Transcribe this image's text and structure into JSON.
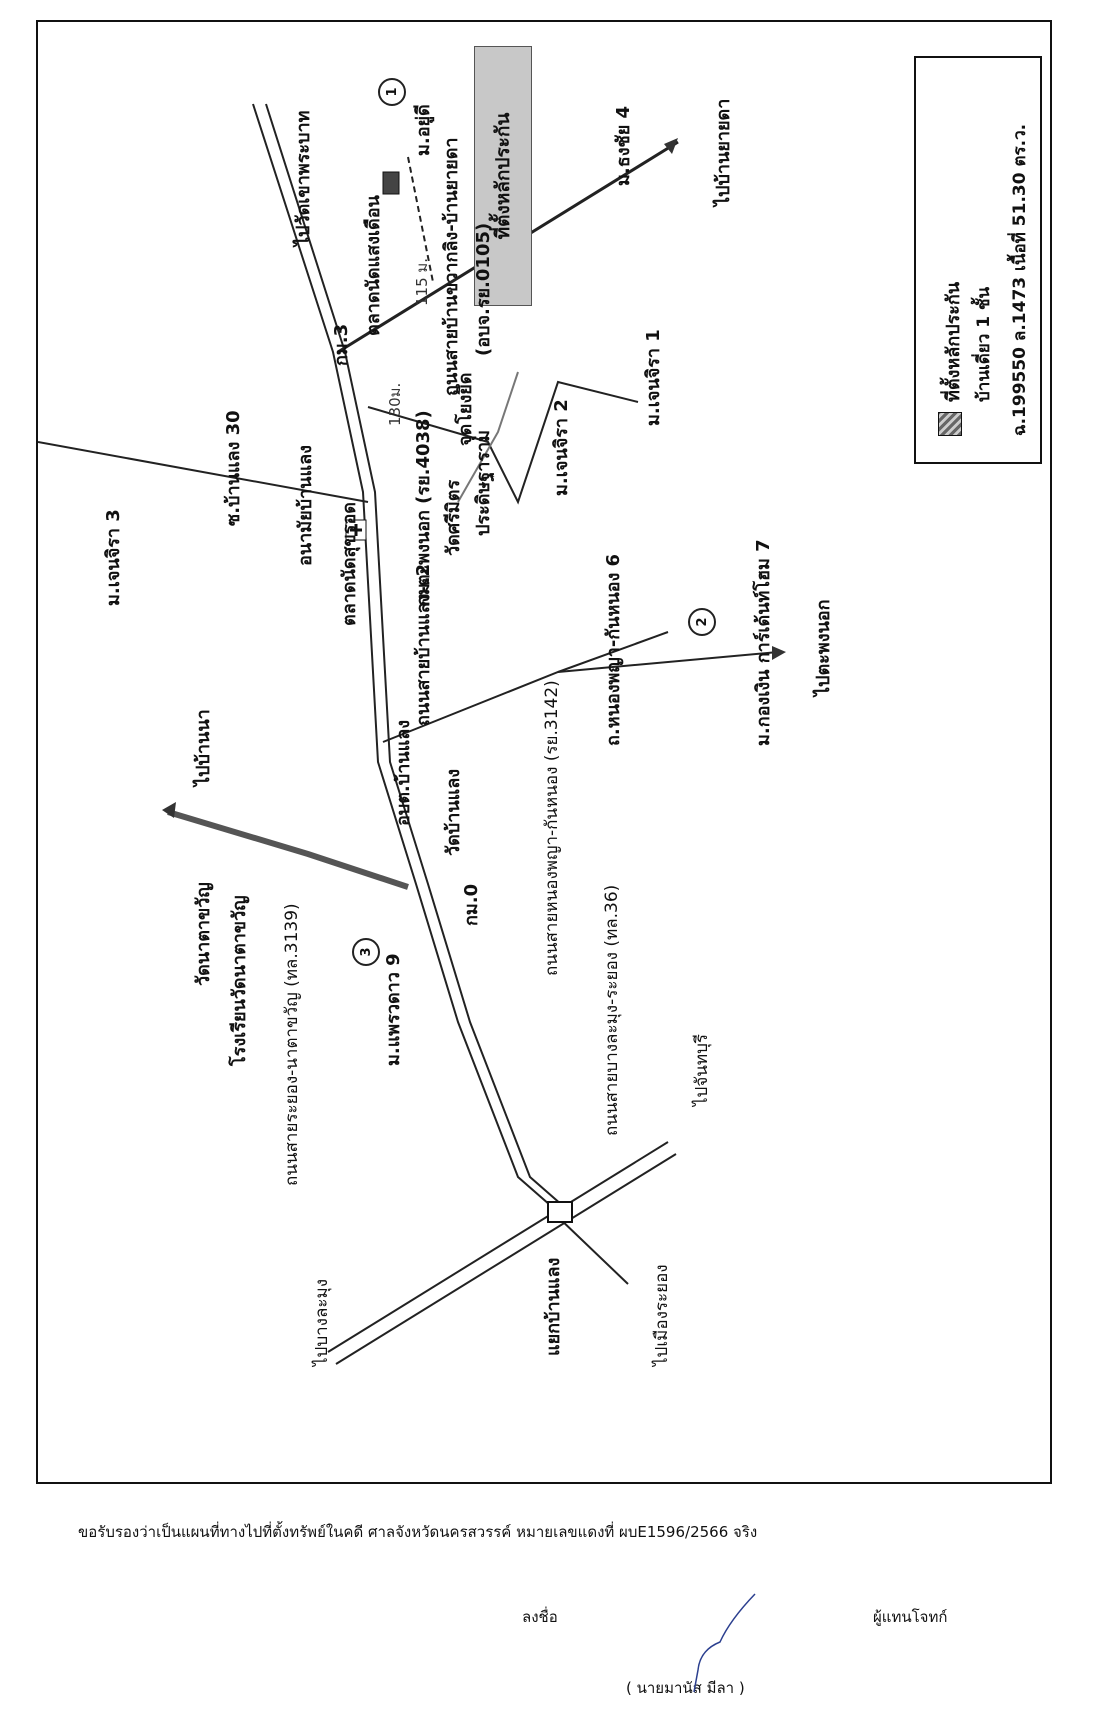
{
  "legend": {
    "title": "ที่ตั้งหลักประกัน",
    "line2": "บ้านเดี่ยว 1 ชั้น",
    "line3": "ฉ.199550 ล.1473 เนื้อที่ 51.30 ตร.ว."
  },
  "callout": "ที่ตั้งหลักประกัน",
  "places": {
    "wat_khao_phrabat": "ไปวัดเขาพระบาท",
    "market_saengduan": "ตลาดนัดแสงเดือน",
    "km3": "กม.3",
    "road_khwaokling": "ถนนสายบ้านขวากลิง-บ้านยายดา",
    "road_khwaokling_code": "(อบจ.รย.0105)",
    "ban_yaida": "ไปบ้านยายดา",
    "m_thongchai4": "ม.ธงชัย 4",
    "m_yudee": "ม.อยู่ดี",
    "pin1": "1",
    "dist115": "115 ม.",
    "dist130": "130ม.",
    "jud_yongyed": "จุดโยงยึด",
    "m_jenjira1": "ม.เจนจิรา 1",
    "m_jenjira2": "ม.เจนจิรา 2",
    "m_jenjira3": "ม.เจนจิรา 3",
    "soi30": "ซ.บ้านแลง 30",
    "anamai": "อนามัยบ้านแลง",
    "market_sukrod": "ตลาดนัดสุขรอด",
    "km2": "กม.2",
    "wat_sirimit": "วัดศรีมิตร",
    "pradit": "ประดิษฐาราม",
    "road_banlaeng": "ถนนสายบ้านแลง-ตะพงนอก (รย.4038)",
    "road_nongphaya": "ถ.หนองพญา-กันหนอง 6",
    "pin2": "2",
    "m_kongngoen": "ม.กองเงิน การ์เด้นท์โฮม 7",
    "tapong_nok": "ไปตะพงนอก",
    "ban_nong": "ไปบ้านนา",
    "obt_banlaeng": "อบต.บ้านแลง",
    "wat_banlaeng": "วัดบ้านแลง",
    "road_nongphaya_kanhnong": "ถนนสายหนองพญา-กันหนอง (รย.3142)",
    "km0": "กม.0",
    "wat_natakhwan": "วัดนาตาขวัญ",
    "school_natakhwan": "โรงเรียนวัดนาตาขวัญ",
    "road_rayong_natakhwan": "ถนนสายระยอง-นาตาขวัญ (ทล.3139)",
    "pin3": "3",
    "m_phraodao": "ม.แพรวดาว 9",
    "road_bangsamung": "ถนนสายบางละมุง-ระยอง (ทล.36)",
    "chanthaburi": "ไปจันทบุรี",
    "yaek_banlaeng": "แยกบ้านแลง",
    "bang_lamung": "ไปบางละมุง",
    "mueang_rayong": "ไปเมืองระยอง"
  },
  "footer": {
    "certify": "ขอรับรองว่าเป็นแผนที่ทางไปที่ตั้งทรัพย์ในคดี ศาลจังหวัดนครสวรรค์ หมายเลขแดงที่ ผบE1596/2566 จริง",
    "sign_label": "ลงชื่อ",
    "role": "ผู้แทนโจทก์",
    "name": "(   นายมานัส มีลา   )"
  }
}
